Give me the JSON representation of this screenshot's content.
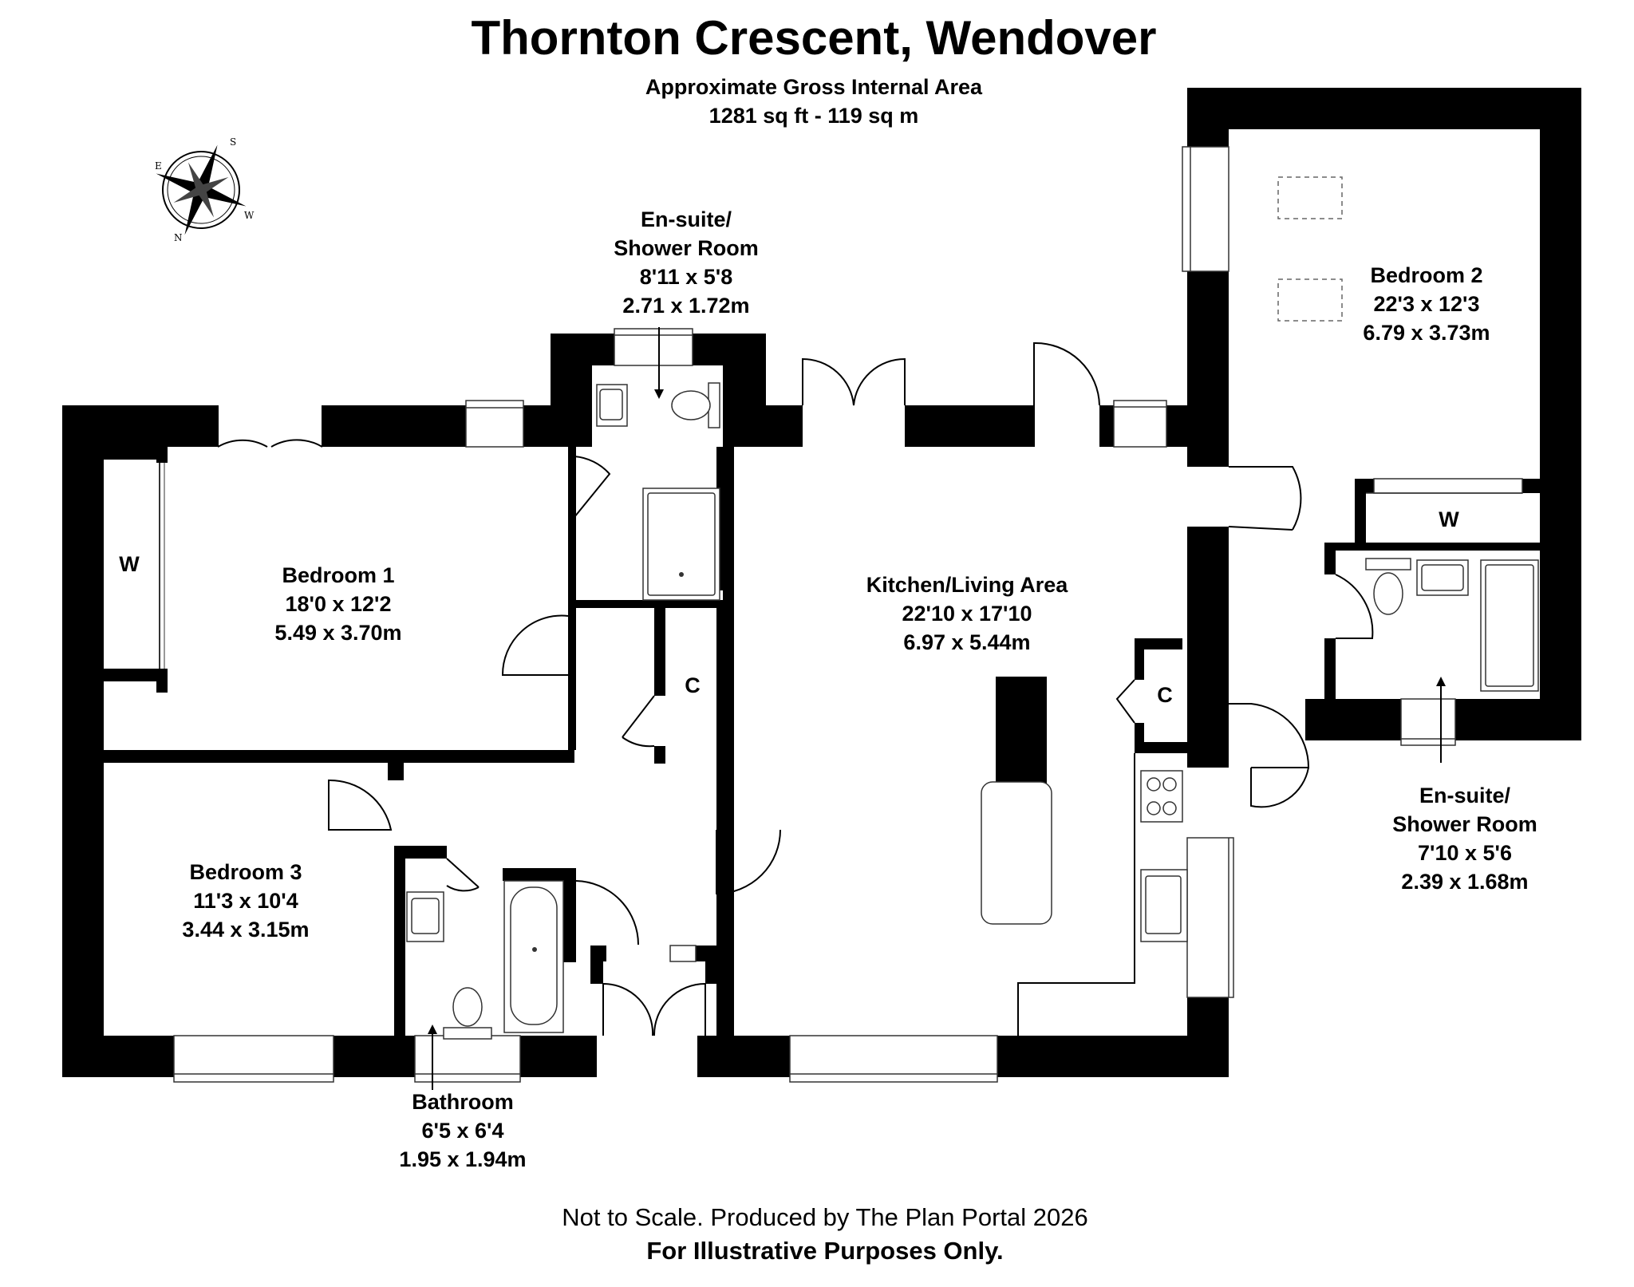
{
  "header": {
    "title": "Thornton Crescent, Wendover",
    "subtitle": "Approximate Gross Internal Area",
    "area": "1281 sq ft - 119 sq m"
  },
  "compass": {
    "letters": [
      "S",
      "E",
      "W",
      "N"
    ]
  },
  "rooms": {
    "ensuite1": {
      "name1": "En-suite/",
      "name2": "Shower Room",
      "imperial": "8'11 x 5'8",
      "metric": "2.71 x 1.72m"
    },
    "bedroom1": {
      "name": "Bedroom 1",
      "imperial": "18'0 x 12'2",
      "metric": "5.49 x 3.70m"
    },
    "bedroom2": {
      "name": "Bedroom 2",
      "imperial": "22'3 x 12'3",
      "metric": "6.79 x 3.73m"
    },
    "bedroom3": {
      "name": "Bedroom 3",
      "imperial": "11'3 x 10'4",
      "metric": "3.44 x 3.15m"
    },
    "kitchen": {
      "name": "Kitchen/Living Area",
      "imperial": "22'10 x 17'10",
      "metric": "6.97 x 5.44m"
    },
    "ensuite2": {
      "name1": "En-suite/",
      "name2": "Shower Room",
      "imperial": "7'10 x 5'6",
      "metric": "2.39 x 1.68m"
    },
    "bathroom": {
      "name": "Bathroom",
      "imperial": "6'5 x 6'4",
      "metric": "1.95 x 1.94m"
    }
  },
  "markers": {
    "wardrobe": "W",
    "cupboard": "C"
  },
  "footer": {
    "line1": "Not to Scale. Produced by The Plan Portal 2026",
    "line2": "For Illustrative Purposes Only."
  }
}
